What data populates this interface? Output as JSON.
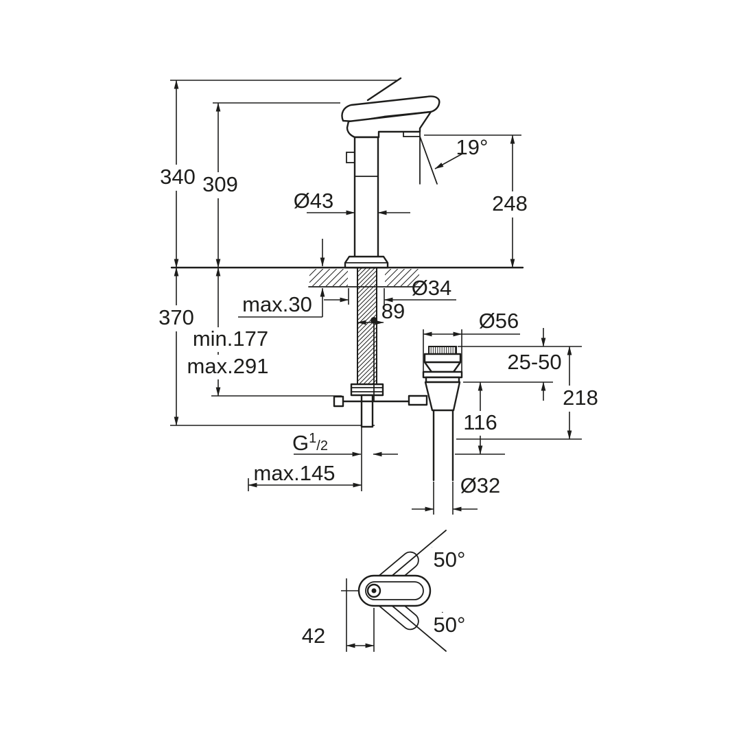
{
  "drawing": {
    "ink_color": "#1d1d1b",
    "bg_color": "#ffffff",
    "labels": {
      "overall_height": "340",
      "handle_height": "309",
      "body_diameter": "Ø43",
      "spout_angle": "19°",
      "outlet_height": "248",
      "hole_diameter": "Ø34",
      "deck_thickness": "max.30",
      "offset_89": "89",
      "flange_diameter": "Ø56",
      "depth_below": "370",
      "supply_min": "min.177",
      "supply_max": "max.291",
      "plug_travel": "25-50",
      "waste_depth": "218",
      "waste_pipe_length": "116",
      "thread": {
        "prefix": "G",
        "sup": "1",
        "sub": "/2"
      },
      "rod_reach": "max.145",
      "pipe_diameter": "Ø32",
      "handle_offset": "42",
      "swing_top": "50°",
      "swing_bottom": "50°"
    }
  }
}
